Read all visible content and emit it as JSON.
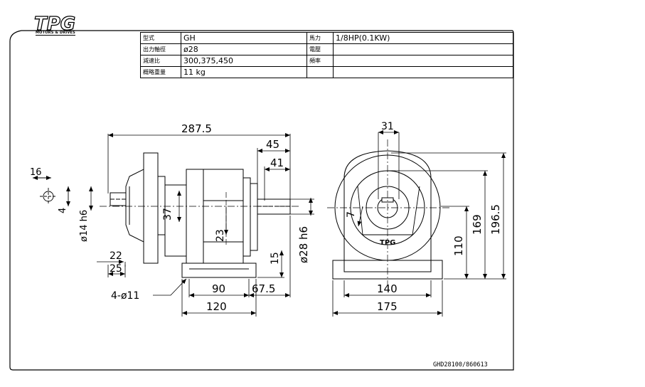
{
  "logo": {
    "mark": "TPG",
    "subtitle": "MOTORS & DRIVES"
  },
  "spec_table": [
    {
      "k1": "型式",
      "v1": "GH",
      "k2": "馬力",
      "v2": "1/8HP(0.1KW)"
    },
    {
      "k1": "出力軸徑",
      "v1": "ø28",
      "k2": "電壓",
      "v2": ""
    },
    {
      "k1": "減速比",
      "v1": "300,375,450",
      "k2": "頻率",
      "v2": ""
    },
    {
      "k1": "概略重量",
      "v1": "11 kg",
      "k2": "",
      "v2": ""
    }
  ],
  "drawing_code": "GHD28100/860613",
  "dimensions": {
    "overall_length": "287.5",
    "shaft_45": "45",
    "shaft_41": "41",
    "d_16": "16",
    "d_4": "4",
    "d_37": "37",
    "d_23": "23",
    "shaft_28": "ø28 h6",
    "shaft_14": "ø14 h6",
    "d_22": "22",
    "d_25": "25",
    "d_15": "15",
    "holes": "4-ø11",
    "d_90": "90",
    "d_67_5": "67.5",
    "d_120": "120",
    "d_31": "31",
    "d_7": "7",
    "d_196_5": "196.5",
    "d_169": "169",
    "d_110": "110",
    "d_140": "140",
    "d_175": "175"
  }
}
